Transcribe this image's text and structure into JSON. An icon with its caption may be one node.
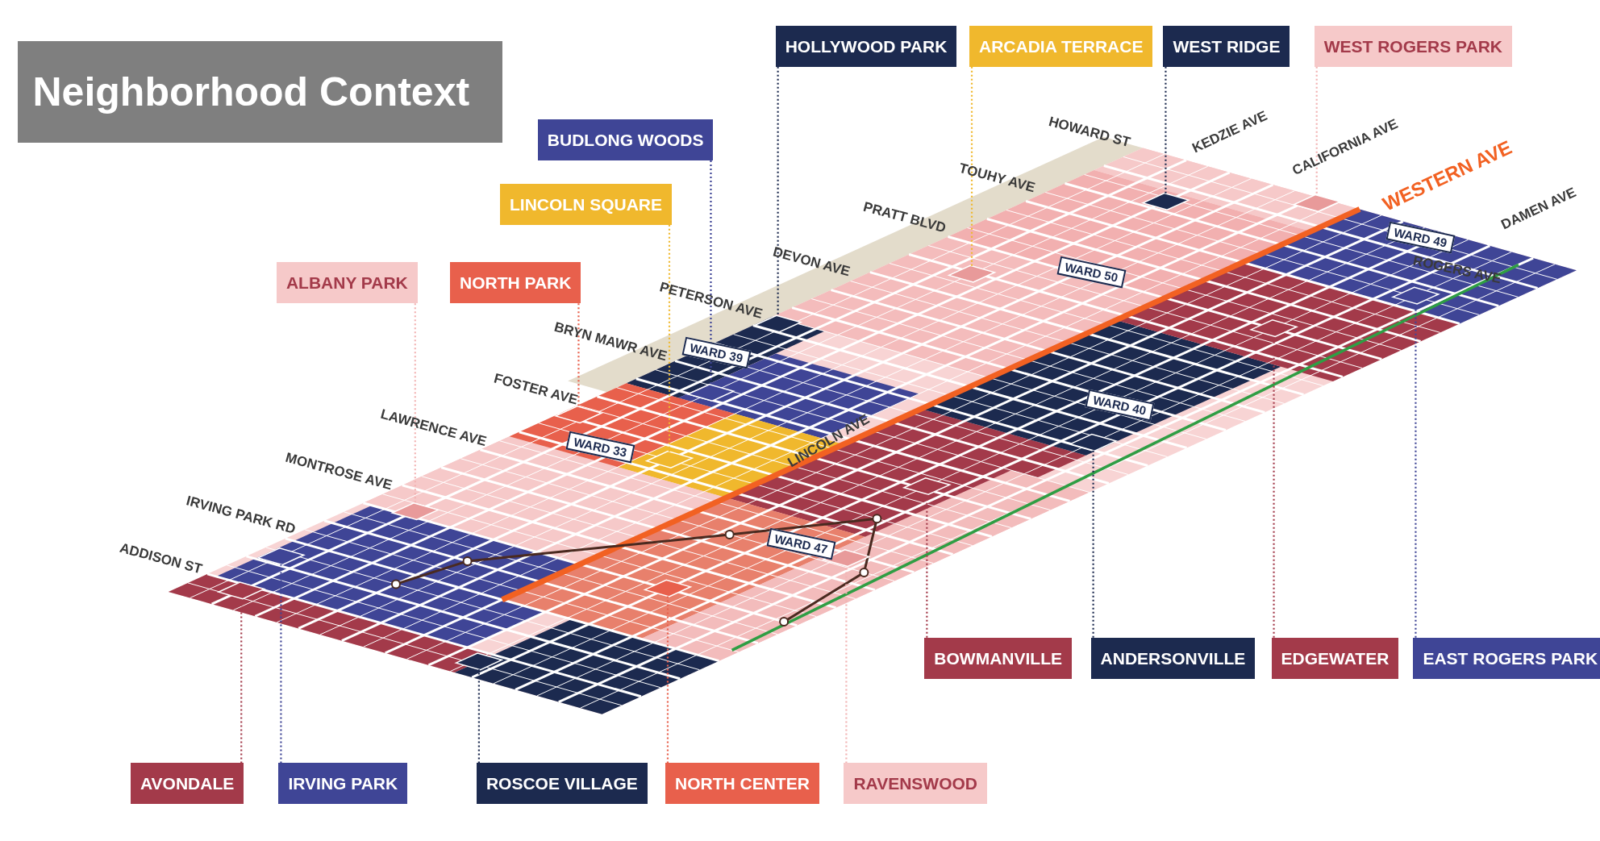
{
  "diagram": {
    "title": "Neighborhood Context",
    "nodes": [
      {
        "text": [
          "HOLLYWOOD PARK"
        ]
      },
      {
        "text": [
          "ARCADIA TERRACE"
        ]
      },
      {
        "text": [
          "WEST RIDGE"
        ]
      },
      {
        "text": [
          "WEST ROGERS PARK"
        ]
      },
      {
        "text": [
          "BUDLONG WOODS"
        ]
      },
      {
        "text": [
          "LINCOLN SQUARE"
        ]
      },
      {
        "text": [
          "ALBANY PARK"
        ]
      },
      {
        "text": [
          "NORTH PARK"
        ]
      },
      {
        "text": [
          "BOWMANVILLE"
        ]
      },
      {
        "text": [
          "ANDERSONVILLE"
        ]
      },
      {
        "text": [
          "EDGEWATER"
        ]
      },
      {
        "text": [
          "EAST ROGERS PARK"
        ]
      },
      {
        "text": [
          "AVONDALE"
        ]
      },
      {
        "text": [
          "IRVING PARK"
        ]
      },
      {
        "text": [
          "ROSCOE VILLAGE"
        ]
      },
      {
        "text": [
          "NORTH CENTER"
        ]
      },
      {
        "text": [
          "RAVENSWOOD"
        ]
      },
      {
        "text": [],
        "shape": "parallelogram"
      },
      {
        "text": [],
        "shape": "parallelogram"
      },
      {
        "text": [],
        "shape": "parallelogram"
      },
      {
        "text": [],
        "shape": "parallelogram"
      },
      {
        "text": [],
        "shape": "parallelogram"
      },
      {
        "text": [],
        "shape": "parallelogram"
      },
      {
        "text": [],
        "shape": "parallelogram"
      },
      {
        "text": [],
        "shape": "parallelogram"
      },
      {
        "text": [],
        "shape": "parallelogram"
      },
      {
        "text": [],
        "shape": "parallelogram"
      },
      {
        "text": [],
        "shape": "parallelogram"
      },
      {
        "text": [],
        "shape": "parallelogram"
      },
      {
        "text": [],
        "shape": "parallelogram"
      },
      {
        "text": [],
        "shape": "parallelogram"
      },
      {
        "text": [],
        "shape": "parallelogram"
      },
      {
        "text": [],
        "shape": "parallelogram"
      },
      {
        "text": [],
        "shape": "parallelogram"
      }
    ],
    "edges": [
      {
        "from": 0,
        "to": 17,
        "arrow": "none",
        "color": "#1c2a4f"
      },
      {
        "from": 1,
        "to": 18,
        "arrow": "none",
        "color": "#f0b82d"
      },
      {
        "from": 2,
        "to": 19,
        "arrow": "none",
        "color": "#1c2a4f"
      },
      {
        "from": 3,
        "to": 20,
        "arrow": "none",
        "color": "#f2b3b3"
      },
      {
        "from": 4,
        "to": 21,
        "arrow": "none",
        "color": "#3f4596"
      },
      {
        "from": 5,
        "to": 22,
        "arrow": "none",
        "color": "#f0b82d"
      },
      {
        "from": 6,
        "to": 23,
        "arrow": "none",
        "color": "#f2b3b3"
      },
      {
        "from": 7,
        "to": 24,
        "arrow": "none",
        "color": "#e8604c"
      },
      {
        "from": 8,
        "to": 25,
        "arrow": "none",
        "color": "#a33a4a"
      },
      {
        "from": 9,
        "to": 26,
        "arrow": "none",
        "color": "#1c2a4f"
      },
      {
        "from": 10,
        "to": 27,
        "arrow": "none",
        "color": "#a33a4a"
      },
      {
        "from": 11,
        "to": 28,
        "arrow": "none",
        "color": "#3f4596"
      },
      {
        "from": 12,
        "to": 29,
        "arrow": "none",
        "color": "#a33a4a"
      },
      {
        "from": 13,
        "to": 30,
        "arrow": "none",
        "color": "#3f4596"
      },
      {
        "from": 14,
        "to": 31,
        "arrow": "none",
        "color": "#1c2a4f"
      },
      {
        "from": 15,
        "to": 32,
        "arrow": "none",
        "color": "#e8604c"
      },
      {
        "from": 16,
        "to": 33,
        "arrow": "none",
        "color": "#f2b3b3"
      }
    ],
    "labels": [
      "HOWARD ST",
      "KEDZIE AVE",
      "TOUHY AVE",
      "CALIFORNIA AVE",
      "WESTERN AVE",
      "PRATT BLVD",
      "DAMEN AVE",
      "WARD 49",
      "DEVON AVE",
      "ROGERS AVE",
      "WARD 50",
      "PETERSON AVE",
      "BRYN MAWR AVE",
      "WARD 39",
      "FOSTER AVE",
      "WARD 40",
      "LAWRENCE AVE",
      "LINCOLN AVE",
      "WARD 33",
      "MONTROSE AVE",
      "IRVING PARK RD",
      "WARD 47",
      "ADDISON ST"
    ]
  }
}
